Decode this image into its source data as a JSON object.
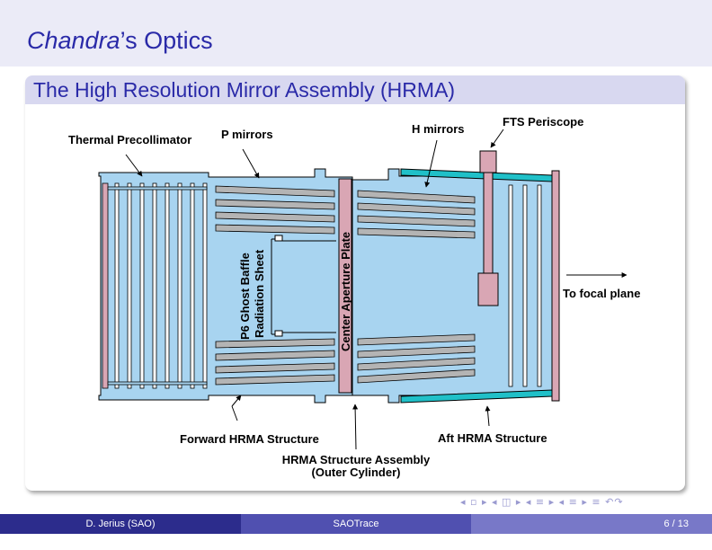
{
  "slide": {
    "title_italic": "Chandra",
    "title_rest": "’s Optics",
    "block_title": "The High Resolution Mirror Assembly (HRMA)"
  },
  "diagram": {
    "labels": {
      "thermal_precollimator": "Thermal Precollimator",
      "p_mirrors": "P mirrors",
      "h_mirrors": "H mirrors",
      "fts_periscope": "FTS Periscope",
      "to_focal_plane": "To focal plane",
      "ghost_baffle": "P6 Ghost Baffle",
      "radiation_sheet": "Radiation Sheet",
      "center_aperture_plate": "Center Aperture Plate",
      "forward_structure": "Forward HRMA Structure",
      "aft_structure": "Aft HRMA Structure",
      "structure_assembly_line1": "HRMA Structure Assembly",
      "structure_assembly_line2": "(Outer Cylinder)"
    },
    "colors": {
      "structure": "#a8d4f0",
      "mirror": "#b4b4b4",
      "aperture_plate": "#d9a6b4",
      "fts_shroud": "#20c0c8",
      "outline": "#000000"
    }
  },
  "nav": {
    "symbols": "◂ ▫ ▸ ◂ ◫ ▸ ◂ ≡ ▸ ◂ ≡ ▸ ≡ ↶↷"
  },
  "footer": {
    "author": "D. Jerius (SAO)",
    "title": "SAOTrace",
    "page": "6 / 13"
  }
}
